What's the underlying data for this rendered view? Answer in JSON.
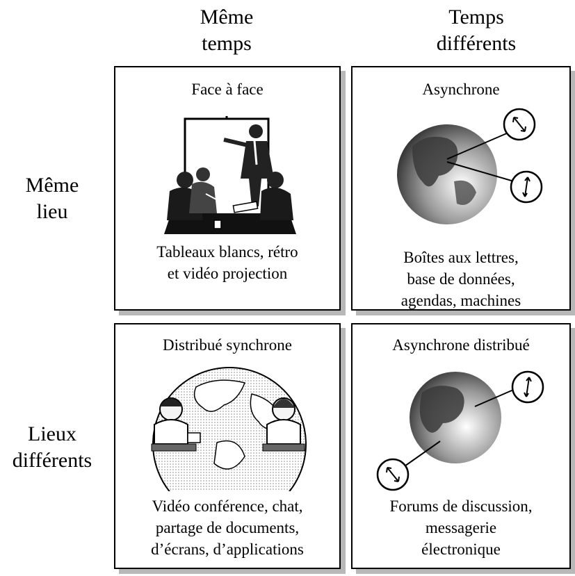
{
  "columns": [
    {
      "lines": [
        "Même",
        "temps"
      ]
    },
    {
      "lines": [
        "Temps",
        "différents"
      ]
    }
  ],
  "rows": [
    {
      "lines": [
        "Même",
        "lieu"
      ]
    },
    {
      "lines": [
        "Lieux",
        "différents"
      ]
    }
  ],
  "cells": [
    {
      "title": "Face à face",
      "desc": [
        "Tableaux blancs, rétro",
        "et vidéo projection"
      ],
      "icon": "meeting-presentation-icon"
    },
    {
      "title": "Asynchrone",
      "desc": [
        "Boîtes aux lettres,",
        "base de données,",
        "agendas, machines"
      ],
      "icon": "globe-clocks-icon"
    },
    {
      "title": "Distribué synchrone",
      "desc": [
        "Vidéo conférence, chat,",
        "partage de documents,",
        "d’écrans, d’applications"
      ],
      "icon": "globe-people-icon"
    },
    {
      "title": "Asynchrone distribué",
      "desc": [
        "Forums de discussion,",
        "messagerie",
        "électronique"
      ],
      "icon": "globe-distributed-clocks-icon"
    }
  ],
  "colors": {
    "border": "#000000",
    "shadow": "#b8b8b8",
    "globe_dark": "#3a3a3a",
    "globe_light": "#d0d0d0"
  }
}
